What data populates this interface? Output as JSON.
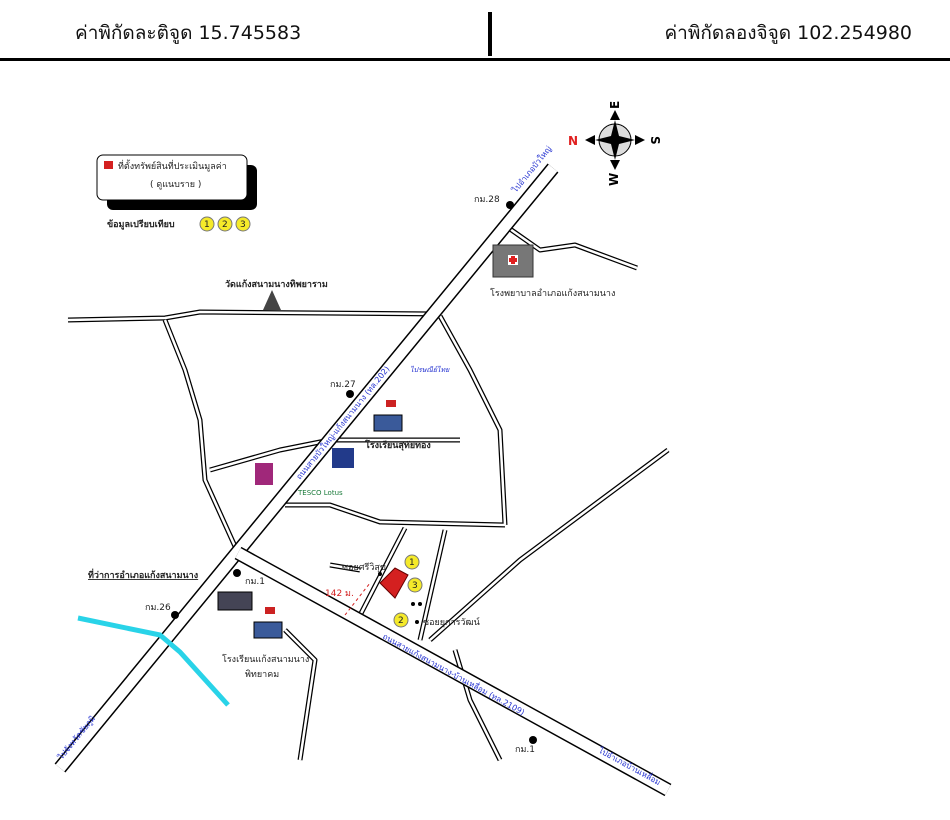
{
  "header": {
    "latitude": "ค่าพิกัดละติจูด 15.745583",
    "longitude": "ค่าพิกัดลองจิจูด 102.254980"
  },
  "legend": {
    "property_line1": "ที่ตั้งทรัพย์สินที่ประเมินมูลค่า",
    "property_line2": "( ดูแนบราย )",
    "comparables_label": "ข้อมูลเปรียบเทียบ",
    "comparables": [
      "1",
      "2",
      "3"
    ]
  },
  "compass": {
    "n": "N",
    "e": "E",
    "s": "S",
    "w": "W"
  },
  "places": {
    "temple": "วัดแก้งสนามนางทิพยาราม",
    "hospital": "โรงพยาบาลอำเภอแก้งสนามนาง",
    "school1": "โรงเรียนสุทัยทอง",
    "district_office": "ที่ว่าการอำเภอแก้งสนามนาง",
    "school2_line1": "โรงเรียนแก้งสนามนาง",
    "school2_line2": "พิทยาคม",
    "soi1": "ซอยศรีวิสุข",
    "soi2": "ซอยยุการวัฒน์",
    "post": "ไปรษณีย์ไทย",
    "tesco": "TESCO Lotus"
  },
  "markers": {
    "km28": "กม.28",
    "km27": "กม.27",
    "km1a": "กม.1",
    "km26": "กม.26",
    "km1b": "กม.1"
  },
  "roads": {
    "main": "ถนนสายบัวใหญ่-แก้งสนามนาง (ทล.202)",
    "to_buayai": "ไปอำเภอบัวใหญ่",
    "to_south": "ไปจังหวัดชัยภูมิ",
    "secondary": "ถนนสายแก้งสนามนาง-บ้านเหลื่อม (ทล.2109)",
    "to_east": "ไปอำเภอบ้านเหลื่อม"
  },
  "distance": "142 ม.",
  "comparable_points": [
    "1",
    "2",
    "3"
  ],
  "colors": {
    "property": "#d42020",
    "marker": "#f5ea2a",
    "river": "#29d3e8",
    "north": "#e02020"
  }
}
